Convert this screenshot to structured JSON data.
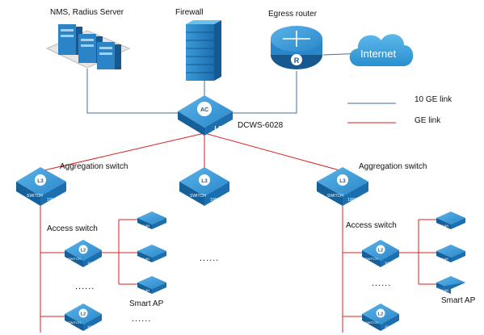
{
  "labels": {
    "nms_server": "NMS, Radius Server",
    "firewall": "Firewall",
    "egress_router": "Egress router",
    "internet": "Internet",
    "core_switch": "DCWS-6028",
    "agg_switch_left": "Aggregation switch",
    "agg_switch_right": "Aggregation switch",
    "access_switch_left": "Access switch",
    "access_switch_right": "Access switch",
    "smart_ap_left": "Smart AP",
    "smart_ap_right": "Smart AP"
  },
  "legend": {
    "ten_ge": "10 GE link",
    "ge": "GE link"
  },
  "device_text": {
    "ac": "AC",
    "l3": "L3",
    "l2": "L2",
    "switch": "SWITCH",
    "speed": "1000M",
    "wlan": "WLAN",
    "router_mark": "R"
  },
  "ellipsis": "......",
  "colors": {
    "ten_ge_link": "#3d6f9e",
    "ge_link": "#d62222",
    "device_top": "#2f8fd0",
    "device_side": "#155f9a",
    "cloud": "#3aa0dc"
  }
}
